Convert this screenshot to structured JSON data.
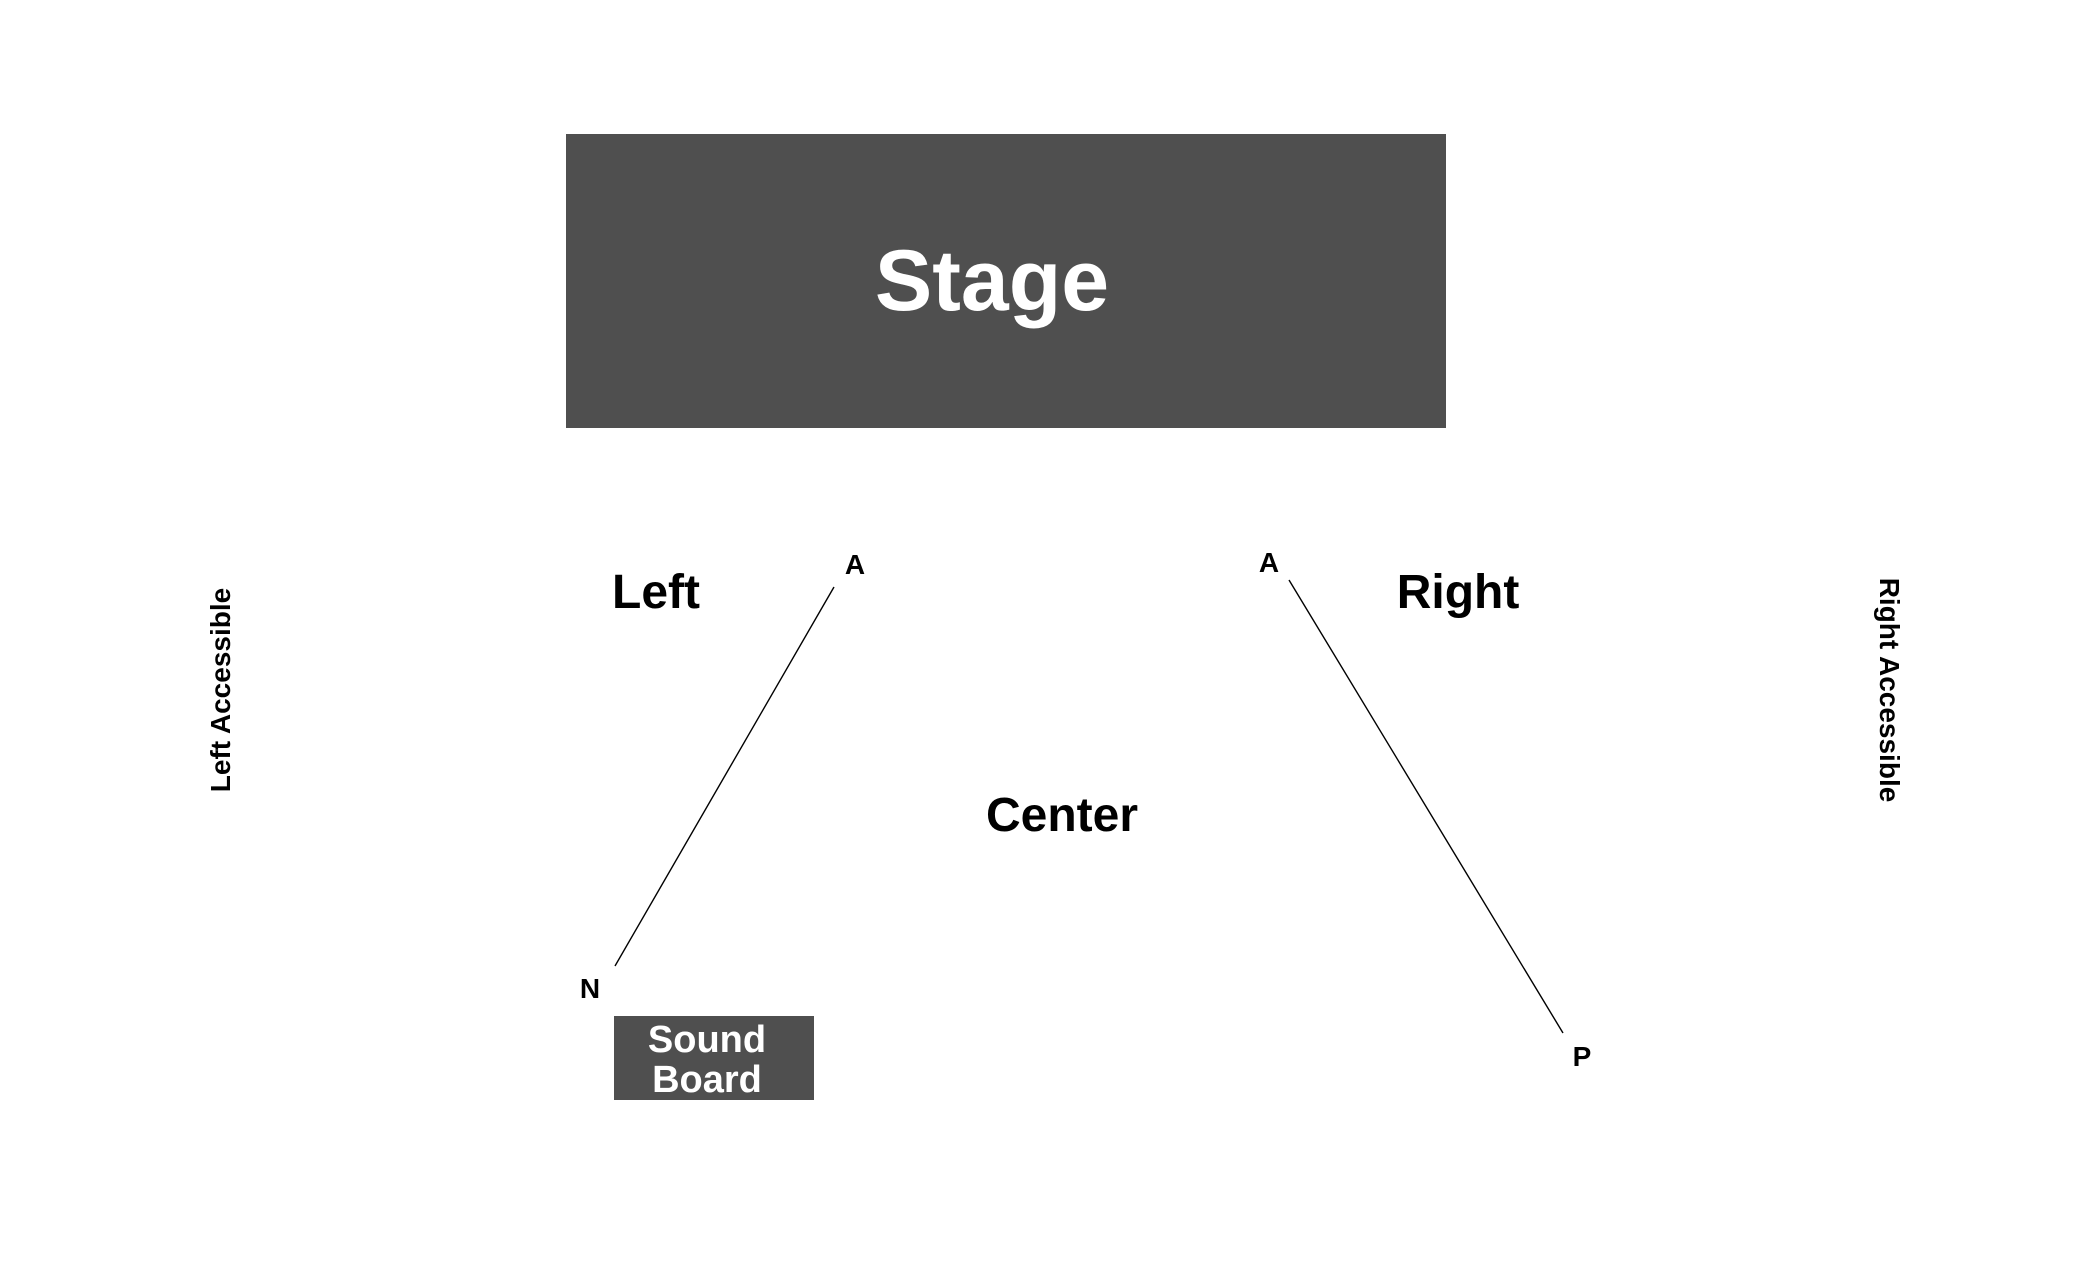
{
  "venue": {
    "stage_label": "Stage",
    "sections": {
      "left": "Left",
      "center": "Center",
      "right": "Right",
      "left_accessible": "Left Accessible",
      "right_accessible": "Right Accessible"
    },
    "row_markers": {
      "left_top": "A",
      "left_bottom": "N",
      "right_top": "A",
      "right_bottom": "P"
    },
    "sound_board": {
      "line1": "Sound",
      "line2": "Board"
    },
    "colors": {
      "block_fill": "#4f4f4f",
      "block_text": "#ffffff",
      "label_text": "#000000",
      "background": "#ffffff"
    }
  }
}
